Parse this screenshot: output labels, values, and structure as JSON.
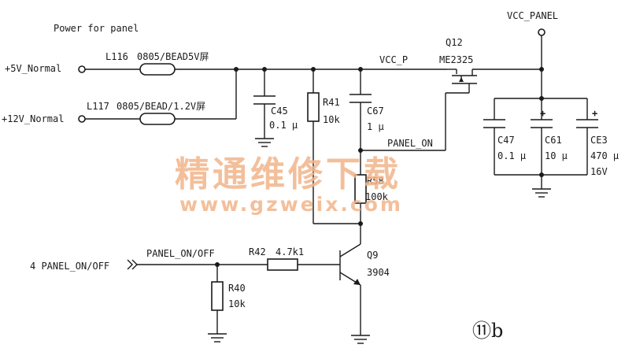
{
  "header": {
    "title": "Power for panel"
  },
  "nets": {
    "in_5v": "+5V_Normal",
    "in_12v": "+12V_Normal",
    "vcc_p": "VCC_P",
    "vcc_panel": "VCC_PANEL",
    "panel_on": "PANEL_ON",
    "panel_on_off": "PANEL_ON/OFF",
    "connector_in": "4 PANEL_ON/OFF"
  },
  "components": {
    "l116": {
      "ref": "L116",
      "value": "0805/BEAD5V屏"
    },
    "l117": {
      "ref": "L117",
      "value": "0805/BEAD/1.2V屏"
    },
    "c45": {
      "ref": "C45",
      "value": "0.1 µ"
    },
    "r41": {
      "ref": "R41",
      "value": "10k"
    },
    "c67": {
      "ref": "C67",
      "value": "1 µ"
    },
    "r58": {
      "ref": "R58",
      "value": "100k"
    },
    "q12": {
      "ref": "Q12",
      "value": "ME2325"
    },
    "c47": {
      "ref": "C47",
      "value": "0.1 µ"
    },
    "c61": {
      "ref": "C61",
      "value": "10 µ"
    },
    "ce3": {
      "ref": "CE3",
      "value": "470 µ",
      "voltage": "16V"
    },
    "r42": {
      "ref": "R42",
      "value": "4.7k1"
    },
    "q9": {
      "ref": "Q9",
      "value": "3904"
    },
    "r40": {
      "ref": "R40",
      "value": "10k"
    }
  },
  "figure_id": "⑪b",
  "watermark": {
    "text": "精通维修下载",
    "url": "www.gzweix.com"
  }
}
